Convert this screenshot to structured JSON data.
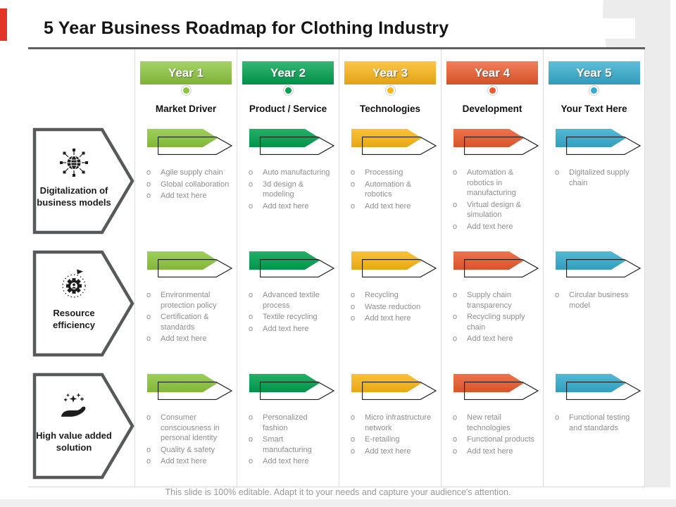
{
  "title": "5 Year Business Roadmap for Clothing Industry",
  "footer": "This slide is 100% editable. Adapt it to your needs and capture your audience's attention.",
  "accent_color": "#E23528",
  "columns": [
    {
      "year": "Year 1",
      "subtitle": "Market Driver",
      "color": "#8CC63E"
    },
    {
      "year": "Year 2",
      "subtitle": "Product / Service",
      "color": "#00A14F"
    },
    {
      "year": "Year 3",
      "subtitle": "Technologies",
      "color": "#FBB616"
    },
    {
      "year": "Year 4",
      "subtitle": "Development",
      "color": "#EB5B2D"
    },
    {
      "year": "Year 5",
      "subtitle": "Your Text Here",
      "color": "#35ACCE"
    }
  ],
  "rows": [
    {
      "label": "Digitalization of business models",
      "icon": "globe-circuit-icon",
      "cells": [
        [
          "Agile supply chain",
          "Global collaboration",
          "Add text here"
        ],
        [
          "Auto manufacturing",
          "3d design & modeling",
          "Add text here"
        ],
        [
          "Processing",
          "Automation & robotics",
          "Add text here"
        ],
        [
          "Automation & robotics in manufacturing",
          "Virtual design & simulation",
          "Add text here"
        ],
        [
          "Digitalized supply chain"
        ]
      ]
    },
    {
      "label": "Resource efficiency",
      "icon": "gear-cycle-icon",
      "cells": [
        [
          "Environmental protection policy",
          "Certification & standards",
          "Add text here"
        ],
        [
          "Advanced textile process",
          "Textile recycling",
          "Add text here"
        ],
        [
          "Recycling",
          "Waste reduction",
          "Add text here"
        ],
        [
          "Supply chain transparency",
          "Recycling supply chain",
          "Add text here"
        ],
        [
          "Circular business model"
        ]
      ]
    },
    {
      "label": "High value added solution",
      "icon": "hand-sparkles-icon",
      "cells": [
        [
          "Consumer consciousness in personal identity",
          "Quality & safety",
          "Add text here"
        ],
        [
          "Personalized fashion",
          "Smart manufacturing",
          "Add text here"
        ],
        [
          "Micro infrastructure network",
          "E-retailing",
          "Add text here"
        ],
        [
          "New retail technologies",
          "Functional products",
          "Add text here"
        ],
        [
          "Functional testing and standards"
        ]
      ]
    }
  ],
  "bullet_glyph": "o"
}
